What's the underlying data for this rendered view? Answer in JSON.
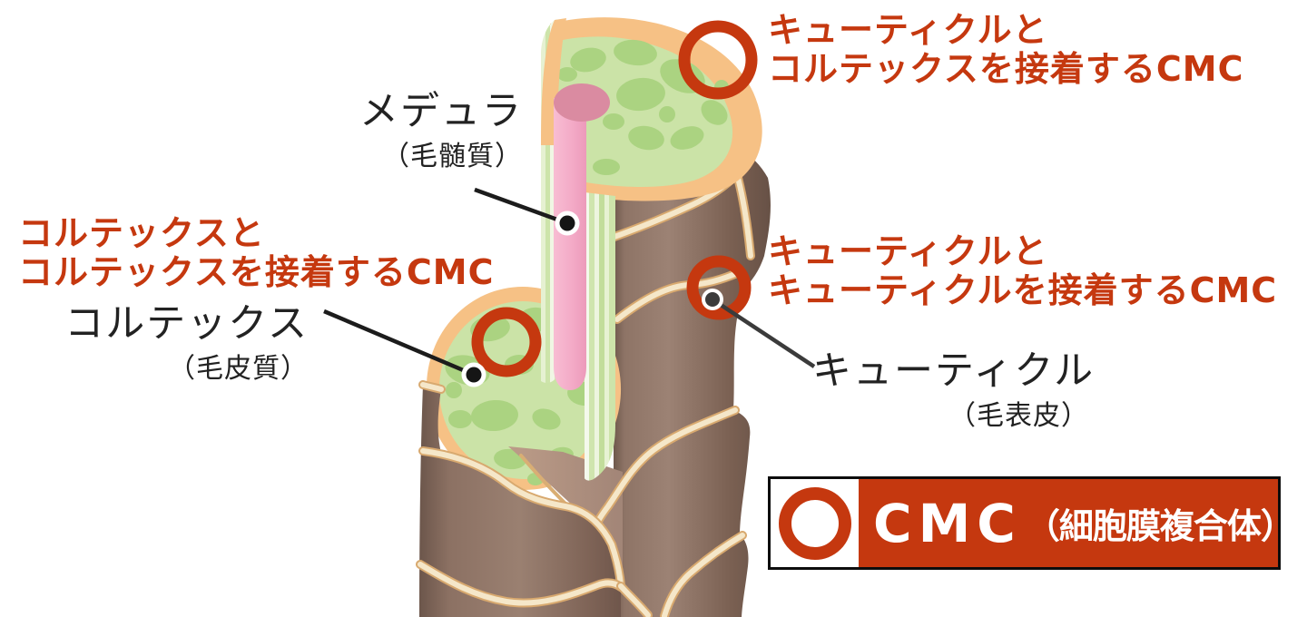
{
  "diagram": {
    "subject": "hair-shaft-cross-section",
    "labels": {
      "medulla": {
        "name": "メデュラ",
        "reading": "（毛髄質）"
      },
      "cortex": {
        "name": "コルテックス",
        "reading": "（毛皮質）"
      },
      "cuticle": {
        "name": "キューティクル",
        "reading": "（毛表皮）"
      }
    },
    "cmc_callouts": {
      "cuticle_cortex": {
        "line1": "キューティクルと",
        "line2": "コルテックスを接着するCMC"
      },
      "cortex_cortex": {
        "line1": "コルテックスと",
        "line2": "コルテックスを接着するCMC"
      },
      "cuticle_cuticle": {
        "line1": "キューティクルと",
        "line2": "キューティクルを接着するCMC"
      }
    },
    "legend": {
      "abbr": "CMC",
      "full_name": "（細胞膜複合体）"
    },
    "icons": {
      "cmc_marker": "red-ring-circle",
      "pointer": "leader-line-dot"
    },
    "colors": {
      "accent_red": "#c5380f",
      "label_black": "#222222",
      "cuticle_rim_orange": "#f6c185",
      "cortex_green": "#cbe3a7",
      "cortex_blob_green": "#abd381",
      "medulla_pink": "#f3a9c6",
      "medulla_cap_pink": "#da8ba1",
      "shaft_brown": "#9c8274",
      "scale_line_cream": "#f5e7c9",
      "legend_border": "#0d0d0d"
    }
  }
}
